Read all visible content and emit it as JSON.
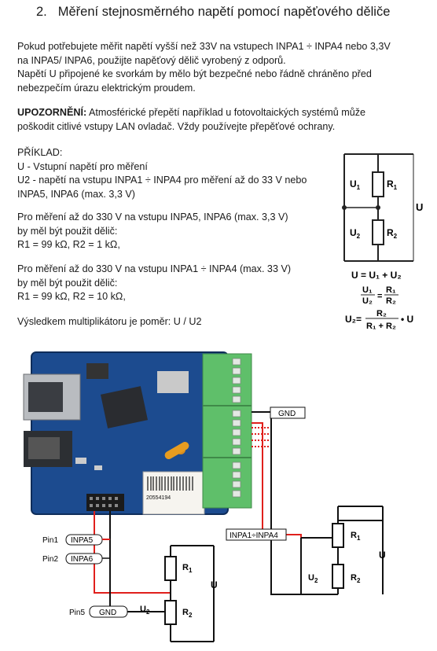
{
  "section": {
    "number": "2.",
    "title": "Měření stejnosměrného napětí pomocí napěťového děliče"
  },
  "intro": [
    "Pokud potřebujete měřit napětí vyšší než 33V na vstupech INPA1 ÷ INPA4 nebo 3,3V",
    "na INPA5/ INPA6, použijte napěťový dělič vyrobený z odporů.",
    "Napětí U připojené ke svorkám by mělo být bezpečné nebo řádně chráněno před",
    "nebezpečím úrazu elektrickým proudem."
  ],
  "warning": {
    "label": "UPOZORNĚNÍ:",
    "line1": " Atmosférické přepětí například u fotovoltaických systémů může",
    "line2": "poškodit citlivé vstupy LAN ovladač. Vždy používejte přepěťové ochrany."
  },
  "example": [
    "PŘÍKLAD:",
    "U - Vstupní napětí pro měření",
    "U2 - napětí na vstupu INPA1 ÷ INPA4 pro měření až do 33 V nebo",
    "INPA5, INPA6 (max. 3,3 V)"
  ],
  "case330": [
    "Pro měření až do 330 V na vstupu INPA5, INPA6 (max. 3,3 V)",
    "by měl být použit dělič:",
    "R1 = 99 kΩ, R2 = 1 kΩ,"
  ],
  "case33": [
    "Pro měření až do 330 V na vstupu INPA1 ÷ INPA4 (max. 33 V)",
    "by měl být použit dělič:",
    "R1 = 99 kΩ, R2 = 10 kΩ,"
  ],
  "result": "Výsledkem multiplikátoru je poměr: U / U2",
  "schematic": {
    "U1": "U",
    "U1_sub": "1",
    "U2": "U",
    "U2_sub": "2",
    "R1": "R",
    "R1_sub": "1",
    "R2": "R",
    "R2_sub": "2",
    "U": "U",
    "formula1": "U = U₁ + U₂",
    "formula2_left_num": "U₁",
    "formula2_left_den": "U₂",
    "formula2_right_num": "R₁",
    "formula2_right_den": "R₂",
    "formula3_left": "U₂=",
    "formula3_num": "R₂",
    "formula3_den": "R₁ + R₂",
    "formula3_tail": "• U"
  },
  "wiring": {
    "pin1": "Pin1",
    "pin2": "Pin2",
    "pin5": "Pin5",
    "inpa5": "INPA5",
    "inpa6": "INPA6",
    "gnd_left": "GND",
    "gnd_right": "GND",
    "inpa_range": "INPA1÷INPA4",
    "label_code": "20554194"
  },
  "colors": {
    "red_wire": "#e0201c",
    "terminal_green": "#5fbf6a",
    "pcb_blue": "#1c4b8f"
  }
}
